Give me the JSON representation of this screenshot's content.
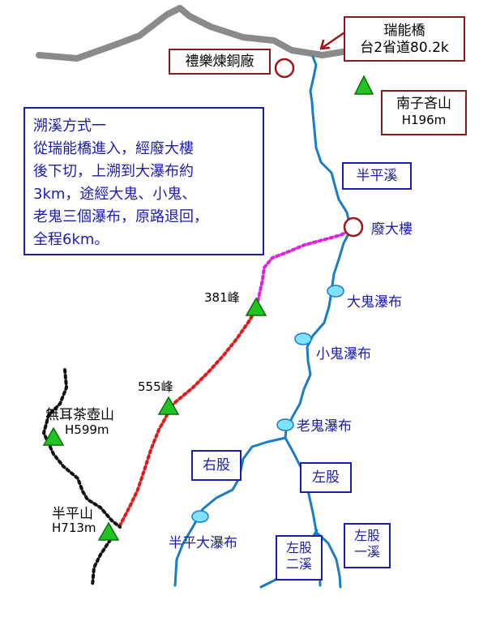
{
  "colors": {
    "road": "#8a8a8a",
    "river": "#1a7dc4",
    "waterfall_fill": "#7fe3ff",
    "waterfall_stroke": "#1a7dc4",
    "route_red": "#e01a1a",
    "route_magenta": "#e020e0",
    "trail_black": "#111111",
    "peak_fill": "#22c422",
    "peak_stroke": "#0e6b0e",
    "marker_red": "#a01616",
    "label_blue": "#1c1cae",
    "label_red_border": "#8b1a1a"
  },
  "bridge": {
    "name": "瑞能橋",
    "road": "台2省道80.2k"
  },
  "factory": {
    "name": "禮樂煉銅廠"
  },
  "peak_nanziin": {
    "name": "南子吝山",
    "height": "H196m"
  },
  "route_note": {
    "lines": [
      "溯溪方式一",
      "從瑞能橋進入，經廢大樓",
      "後下切，上溯到大瀑布約",
      "3km，途經大鬼、小鬼、",
      "老鬼三個瀑布，原路退回，",
      "全程6km。"
    ]
  },
  "streams": {
    "banping": "半平溪",
    "right_fork": "右股",
    "left_fork": "左股",
    "left_fork_2": [
      "左股",
      "二溪"
    ],
    "left_fork_1": [
      "左股",
      "一溪"
    ]
  },
  "landmarks": {
    "abandoned_building": "廢大樓",
    "big_ghost_falls": "大鬼瀑布",
    "small_ghost_falls": "小鬼瀑布",
    "old_ghost_falls": "老鬼瀑布",
    "banping_great_falls": "半平大瀑布"
  },
  "peaks": {
    "p381": "381峰",
    "p555": "555峰",
    "wuer": {
      "name": "無耳茶壺山",
      "height": "H599m"
    },
    "banping": {
      "name": "半平山",
      "height": "H713m"
    }
  }
}
